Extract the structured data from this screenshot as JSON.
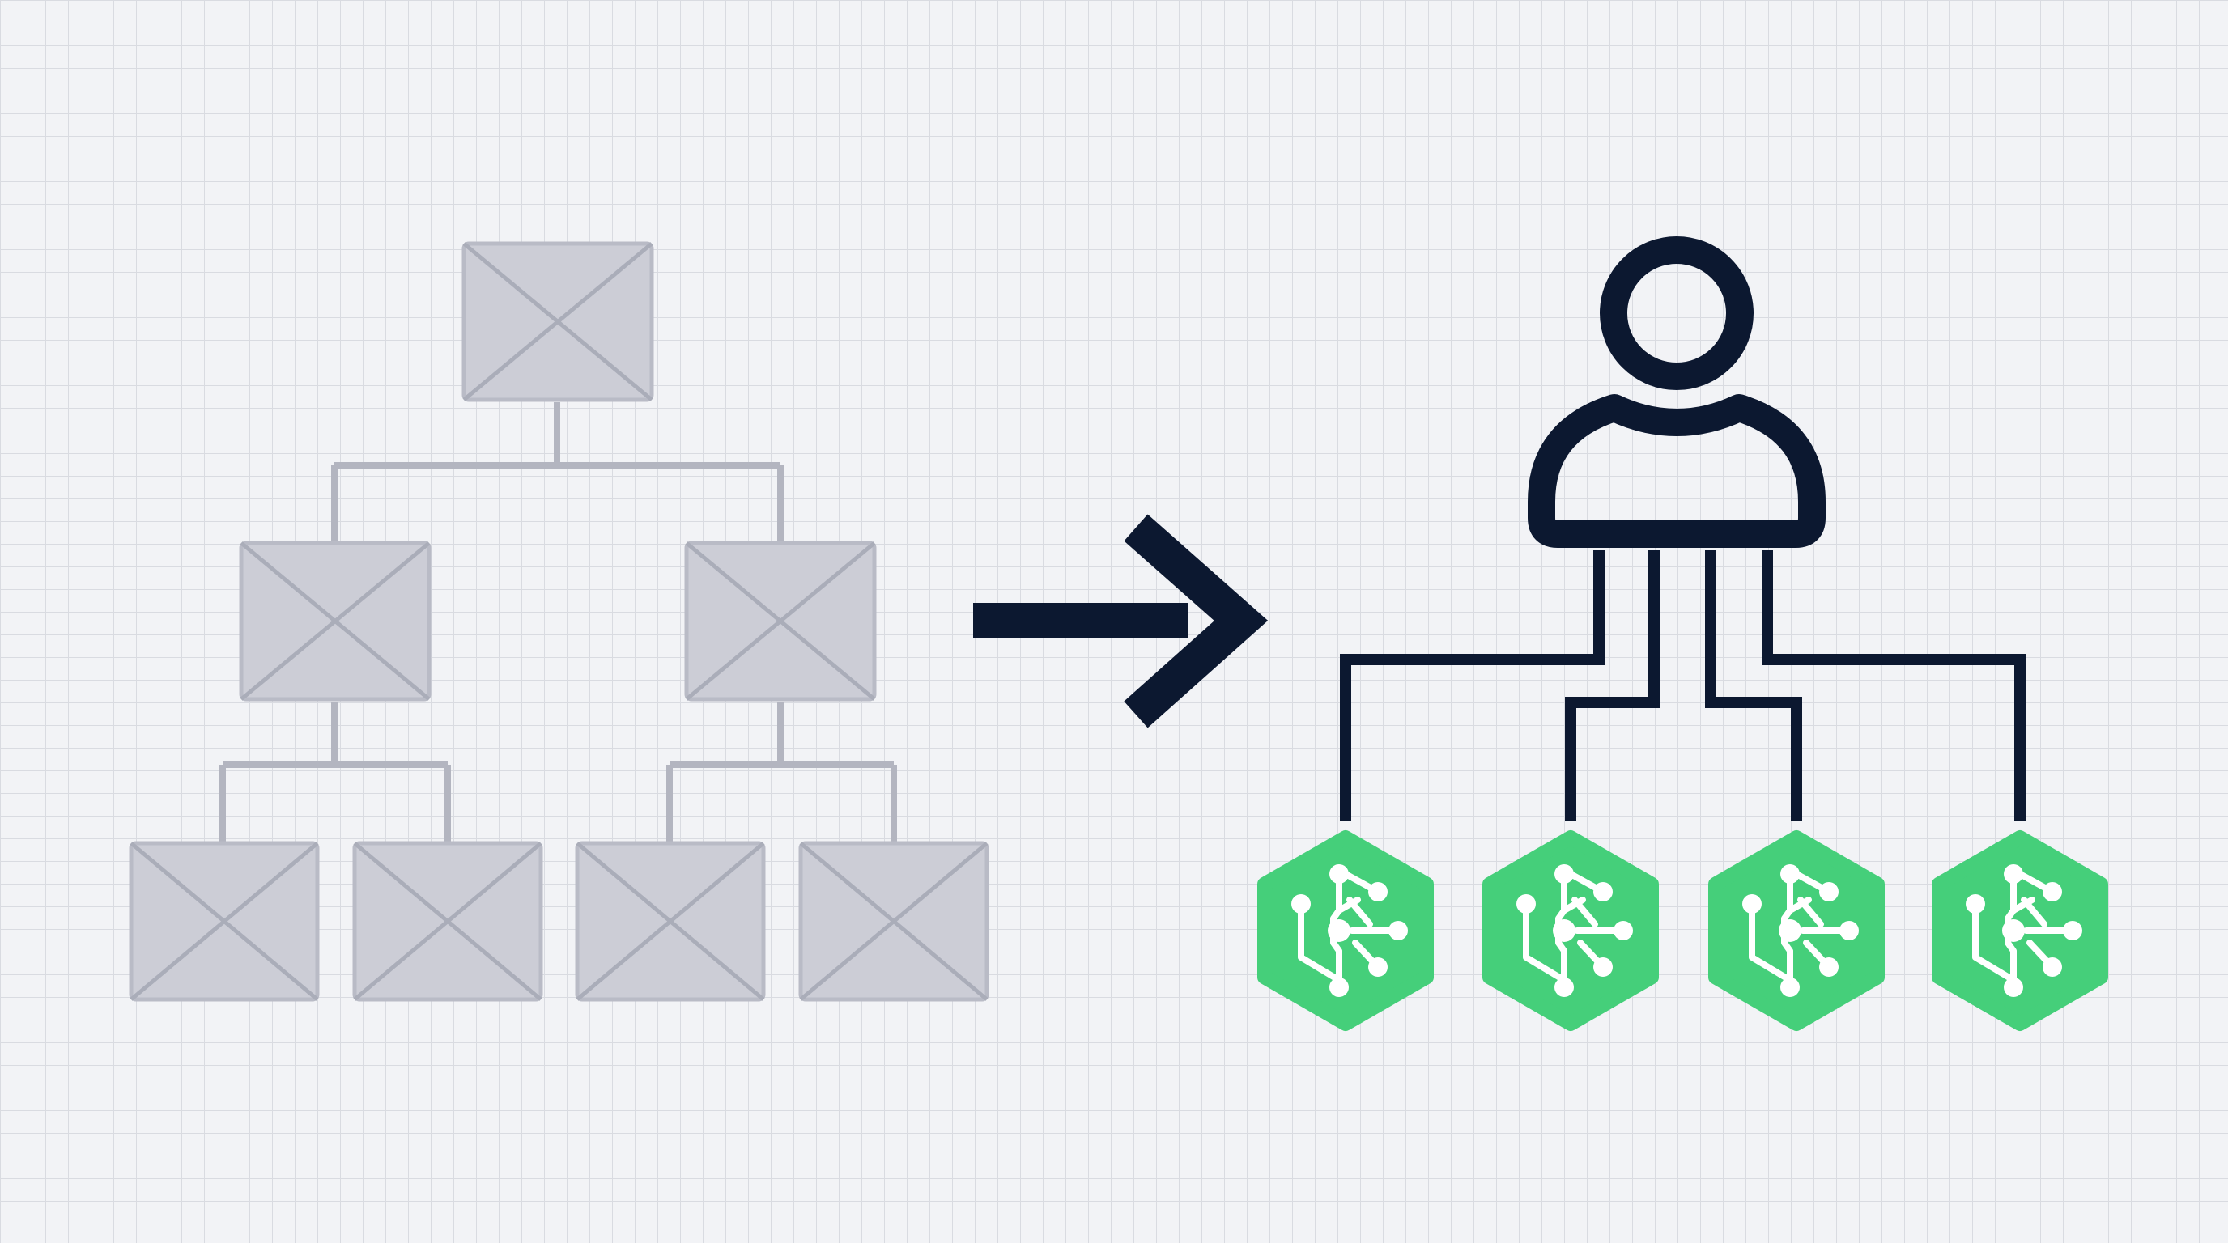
{
  "diagram": {
    "left": {
      "kind": "hierarchy-of-placeholders",
      "levels": [
        1,
        2,
        4
      ],
      "box_fill": "#cccdd6",
      "box_stroke": "#b3b5c0",
      "connector_color": "#b3b5c0"
    },
    "arrow": {
      "direction": "right",
      "color": "#0c1830"
    },
    "right": {
      "root_icon": "user-icon",
      "child_icon": "ai-network-hexagon-icon",
      "child_count": 4,
      "line_color": "#0c1830",
      "child_color": "#45cf7a"
    }
  }
}
